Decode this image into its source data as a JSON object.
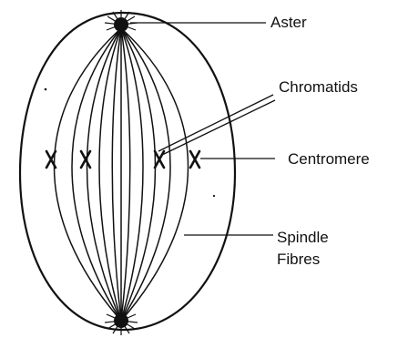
{
  "diagram": {
    "labels": {
      "aster": "Aster",
      "chromatids": "Chromatids",
      "centromere": "Centromere",
      "spindle_fibres_line1": "Spindle",
      "spindle_fibres_line2": "Fibres"
    },
    "ink_color": "#111111",
    "background_color": "#ffffff"
  }
}
